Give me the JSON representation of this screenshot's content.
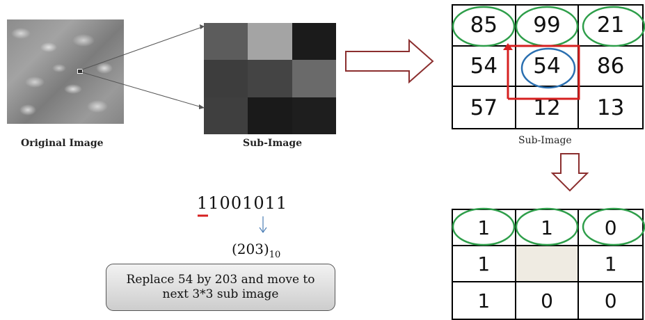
{
  "captions": {
    "original": "Original Image",
    "sub_image_left": "Sub-Image",
    "sub_image_right": "Sub-Image"
  },
  "sub_image_shades": [
    "#5c5c5c",
    "#a4a4a4",
    "#1b1b1b",
    "#3d3d3d",
    "#444444",
    "#6a6a6a",
    "#3f3f3f",
    "#1a1a1a",
    "#1e1e1e"
  ],
  "pixel_grid": [
    "85",
    "99",
    "21",
    "54",
    "54",
    "86",
    "57",
    "12",
    "13"
  ],
  "binary_grid": [
    "1",
    "1",
    "0",
    "1",
    "",
    "1",
    "1",
    "0",
    "0"
  ],
  "binary_code": {
    "first": "1",
    "rest": "1001011"
  },
  "decimal": {
    "value": "(203)",
    "base": "10"
  },
  "instruction": {
    "line1": "Replace 54 by 203 and move to",
    "line2": "next 3*3  sub image"
  },
  "colors": {
    "green_circle": "#2e9e4a",
    "blue_circle": "#2a6fb0",
    "red_path": "#d62020",
    "arrow_outline": "#8b2e2e",
    "down_arrow": "#4a7db5",
    "center_fill": "#efebe2"
  }
}
